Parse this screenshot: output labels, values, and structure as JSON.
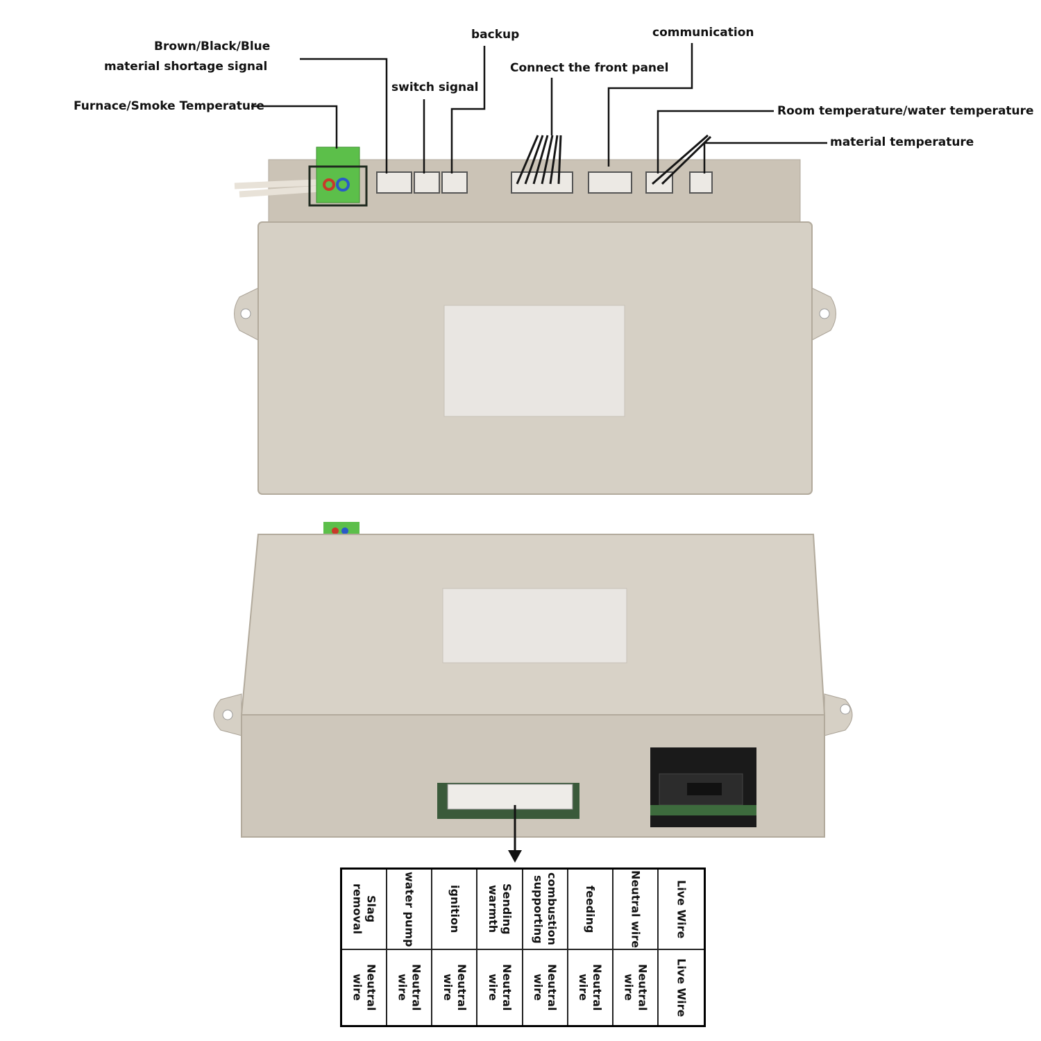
{
  "callouts": {
    "brown_black_blue": "Brown/Black/Blue",
    "material_shortage": "material shortage signal",
    "furnace_smoke": "Furnace/Smoke Temperature",
    "switch_signal": "switch signal",
    "backup": "backup",
    "front_panel": "Connect the front panel",
    "communication": "communication",
    "room_water_temp": "Room temperature/water temperature",
    "material_temp": "material temperature"
  },
  "wiring_table": {
    "functions": [
      "Slag removal",
      "water pump",
      "ignition",
      "Sending\nwarmth",
      "combustion\nsupporting",
      "feeding",
      "Neutral wire",
      "Live Wire"
    ],
    "wires": [
      "Neutral wire",
      "Neutral wire",
      "Neutral wire",
      "Neutral wire",
      "Neutral wire",
      "Neutral wire",
      "Neutral wire",
      "Live Wire"
    ]
  },
  "colors": {
    "housing": "#d6d0c5",
    "terminal": "#5cbf4a",
    "line": "#111111"
  }
}
